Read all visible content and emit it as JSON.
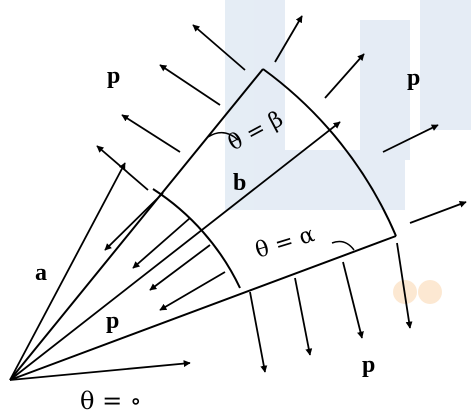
{
  "labels": {
    "p_top_left": "p",
    "p_top_right": "p",
    "p_inner": "p",
    "p_bottom": "p",
    "a": "a",
    "b": "b",
    "theta_beta": "θ = β",
    "theta_alpha": "θ = α",
    "theta_zero": "θ = ∘"
  },
  "colors": {
    "ink": "#000000",
    "watermark_blue": "#dfe8f3",
    "watermark_orange": "#fce3c8"
  }
}
